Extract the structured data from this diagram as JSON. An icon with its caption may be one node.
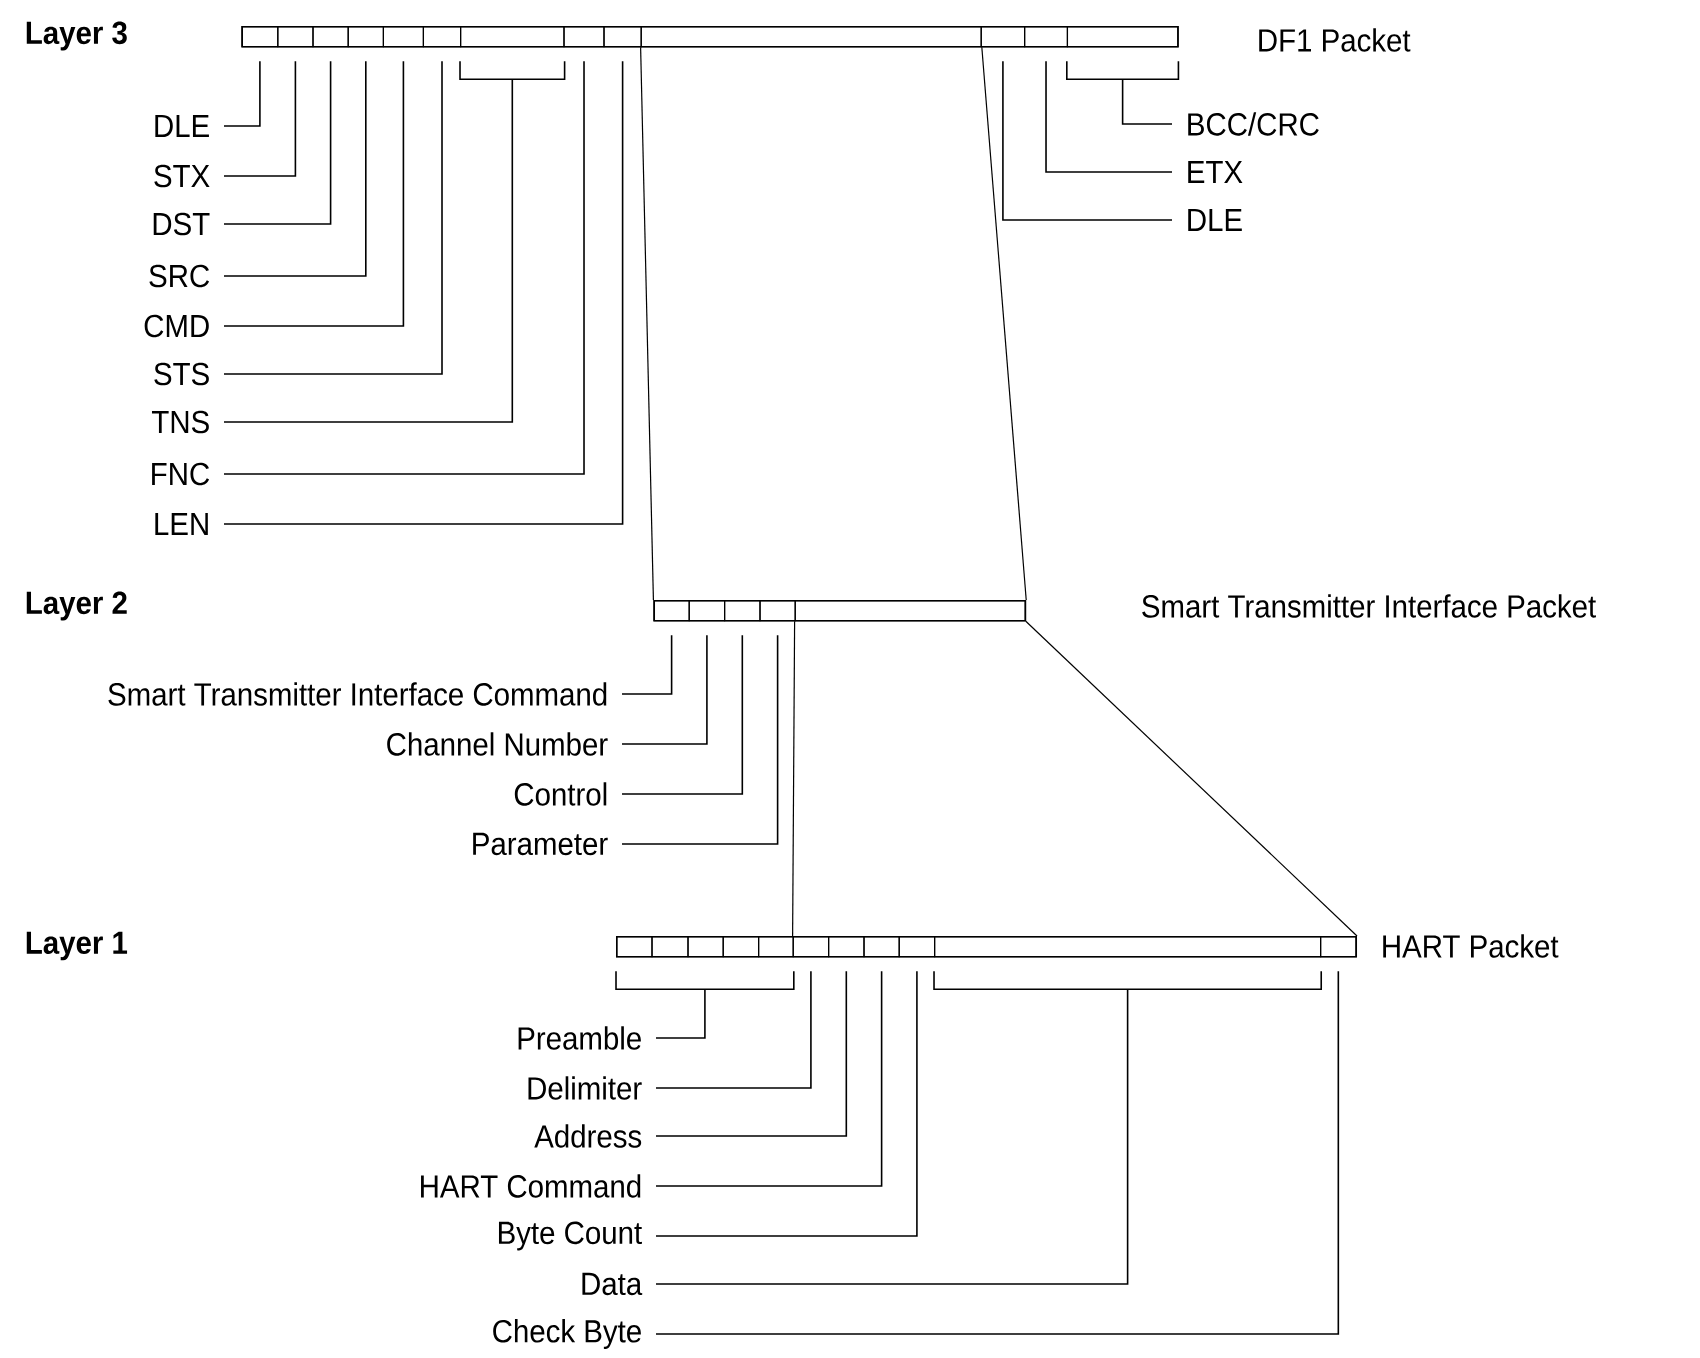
{
  "diagram": {
    "nodes": [
      {
        "text": [],
        "shape": "bar",
        "beside": [
          "DF1 Packet"
        ]
      },
      {
        "text": [],
        "shape": "box",
        "in": 0
      },
      {
        "text": [],
        "shape": "box",
        "in": 0
      },
      {
        "text": [],
        "shape": "box",
        "in": 0
      },
      {
        "text": [],
        "shape": "box",
        "in": 0
      },
      {
        "text": [],
        "shape": "box",
        "in": 0
      },
      {
        "text": [],
        "shape": "box",
        "in": 0
      },
      {
        "text": [],
        "shape": "box",
        "in": 0
      },
      {
        "text": [],
        "shape": "box",
        "in": 0
      },
      {
        "text": [],
        "shape": "box",
        "in": 0
      },
      {
        "text": [],
        "shape": "box",
        "in": 0
      },
      {
        "text": [],
        "shape": "box",
        "in": 0
      },
      {
        "text": [],
        "shape": "box",
        "in": 0
      },
      {
        "text": [],
        "shape": "box",
        "in": 0
      },
      {
        "text": [
          "DLE"
        ]
      },
      {
        "text": [
          "STX"
        ]
      },
      {
        "text": [
          "DST"
        ]
      },
      {
        "text": [
          "SRC"
        ]
      },
      {
        "text": [
          "CMD"
        ]
      },
      {
        "text": [
          "STS"
        ]
      },
      {
        "text": [
          "TNS"
        ]
      },
      {
        "text": [
          "FNC"
        ]
      },
      {
        "text": [
          "LEN"
        ]
      },
      {
        "text": [
          "BCC/CRC"
        ]
      },
      {
        "text": [
          "ETX"
        ]
      },
      {
        "text": [
          "DLE"
        ]
      },
      {
        "text": [],
        "shape": "bar",
        "beside": [
          "Smart Transmitter Interface Packet"
        ]
      },
      {
        "text": [],
        "shape": "box",
        "in": 26
      },
      {
        "text": [],
        "shape": "box",
        "in": 26
      },
      {
        "text": [],
        "shape": "box",
        "in": 26
      },
      {
        "text": [],
        "shape": "box",
        "in": 26
      },
      {
        "text": [],
        "shape": "box",
        "in": 26
      },
      {
        "text": [
          "Smart Transmitter Interface Command"
        ]
      },
      {
        "text": [
          "Channel Number"
        ]
      },
      {
        "text": [
          "Control"
        ]
      },
      {
        "text": [
          "Parameter"
        ]
      },
      {
        "text": [],
        "shape": "bar",
        "beside": [
          "HART Packet"
        ]
      },
      {
        "text": [],
        "shape": "box",
        "in": 36
      },
      {
        "text": [],
        "shape": "box",
        "in": 36
      },
      {
        "text": [],
        "shape": "box",
        "in": 36
      },
      {
        "text": [],
        "shape": "box",
        "in": 36
      },
      {
        "text": [],
        "shape": "box",
        "in": 36
      },
      {
        "text": [],
        "shape": "box",
        "in": 36
      },
      {
        "text": [],
        "shape": "box",
        "in": 36
      },
      {
        "text": [],
        "shape": "box",
        "in": 36
      },
      {
        "text": [],
        "shape": "box",
        "in": 36
      },
      {
        "text": [],
        "shape": "box",
        "in": 36
      },
      {
        "text": [],
        "shape": "box",
        "in": 36
      },
      {
        "text": [
          "Preamble"
        ]
      },
      {
        "text": [
          "Delimiter"
        ]
      },
      {
        "text": [
          "Address"
        ]
      },
      {
        "text": [
          "HART Command"
        ]
      },
      {
        "text": [
          "Byte Count"
        ]
      },
      {
        "text": [
          "Data"
        ]
      },
      {
        "text": [
          "Check Byte"
        ]
      }
    ],
    "edges": [
      {
        "from": 14,
        "to": 1,
        "arrow": "none"
      },
      {
        "from": 15,
        "to": 2,
        "arrow": "none"
      },
      {
        "from": 16,
        "to": 3,
        "arrow": "none"
      },
      {
        "from": 17,
        "to": 4,
        "arrow": "none"
      },
      {
        "from": 18,
        "to": 5,
        "arrow": "none"
      },
      {
        "from": 19,
        "to": 6,
        "arrow": "none"
      },
      {
        "from": 20,
        "to": 7,
        "arrow": "none"
      },
      {
        "from": 21,
        "to": 8,
        "arrow": "none"
      },
      {
        "from": 22,
        "to": 9,
        "arrow": "none"
      },
      {
        "from": 23,
        "to": 13,
        "arrow": "none"
      },
      {
        "from": 24,
        "to": 12,
        "arrow": "none"
      },
      {
        "from": 25,
        "to": 11,
        "arrow": "none"
      },
      {
        "from": 10,
        "to": 26,
        "arrow": "none"
      },
      {
        "from": 10,
        "to": 26,
        "arrow": "none"
      },
      {
        "from": 32,
        "to": 27,
        "arrow": "none"
      },
      {
        "from": 33,
        "to": 28,
        "arrow": "none"
      },
      {
        "from": 34,
        "to": 29,
        "arrow": "none"
      },
      {
        "from": 35,
        "to": 30,
        "arrow": "none"
      },
      {
        "from": 31,
        "to": 36,
        "arrow": "none"
      },
      {
        "from": 31,
        "to": 36,
        "arrow": "none"
      },
      {
        "from": 48,
        "to": 37,
        "arrow": "none"
      },
      {
        "from": 48,
        "to": 41,
        "arrow": "none"
      },
      {
        "from": 49,
        "to": 42,
        "arrow": "none"
      },
      {
        "from": 50,
        "to": 43,
        "arrow": "none"
      },
      {
        "from": 51,
        "to": 44,
        "arrow": "none"
      },
      {
        "from": 52,
        "to": 45,
        "arrow": "none"
      },
      {
        "from": 53,
        "to": 46,
        "arrow": "none"
      },
      {
        "from": 54,
        "to": 47,
        "arrow": "none"
      }
    ],
    "labels": [
      "Layer 3",
      "Layer 2",
      "Layer 1"
    ]
  }
}
